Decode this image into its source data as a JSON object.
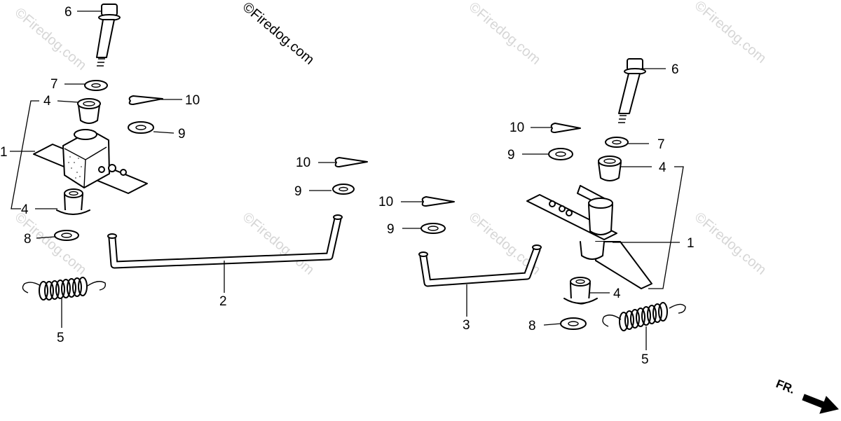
{
  "watermark": {
    "text": "©Firedog.com"
  },
  "callouts": {
    "n1": "1",
    "n2": "2",
    "n3": "3",
    "n4": "4",
    "n5": "5",
    "n6": "6",
    "n7": "7",
    "n8": "8",
    "n9": "9",
    "n10": "10"
  },
  "direction": {
    "label": "FR."
  }
}
